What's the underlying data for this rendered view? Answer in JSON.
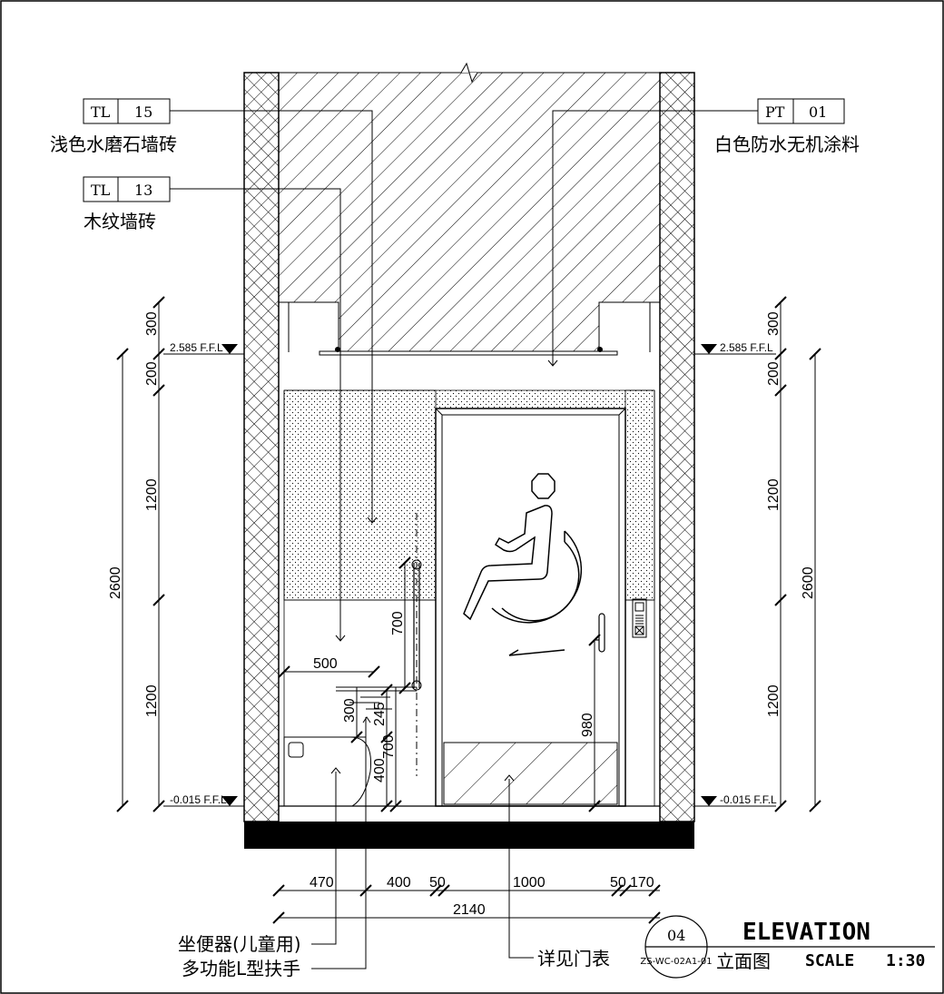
{
  "tags": {
    "tl15": {
      "code": "TL",
      "num": "15",
      "desc": "浅色水磨石墙砖"
    },
    "tl13": {
      "code": "TL",
      "num": "13",
      "desc": "木纹墙砖"
    },
    "pt01": {
      "code": "PT",
      "num": "01",
      "desc": "白色防水无机涂料"
    }
  },
  "levels": {
    "ceiling": "2.585 F.F.L",
    "floor": "-0.015 F.F.L"
  },
  "dims": {
    "left_chain": [
      "300",
      "200",
      "1200",
      "1200"
    ],
    "left_total": "2600",
    "right_chain": [
      "300",
      "200",
      "1200",
      "1200"
    ],
    "right_total": "2600",
    "rail_width": "500",
    "rail_700": "700",
    "seat_300": "300",
    "seat_245": "245",
    "seat_700": "700",
    "seat_400": "400",
    "handle_980": "980",
    "bottom_chain": [
      "470",
      "400",
      "50",
      "1000",
      "50",
      "170"
    ],
    "bottom_total": "2140"
  },
  "callouts": {
    "toilet": "坐便器(儿童用)",
    "handrail": "多功能L型扶手",
    "door": "详见门表"
  },
  "title_block": {
    "number": "04",
    "ref": "ZS-WC-02A1-01",
    "title_en": "ELEVATION",
    "title_cn": "立面图",
    "scale_label": "SCALE",
    "scale_value": "1:30"
  }
}
